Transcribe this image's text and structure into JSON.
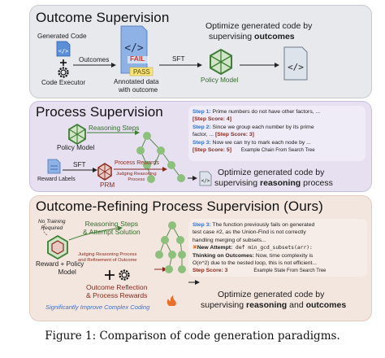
{
  "outcome": {
    "title": "Outcome Supervision",
    "generated_code": "Generated Code",
    "code_executor": "Code Executor",
    "outcomes": "Outcomes",
    "fail": "FAIL",
    "pass": "PASS",
    "annotated": "Annotated data",
    "with_outcome": "with outcome",
    "sft": "SFT",
    "policy_model": "Policy Model",
    "desc_line1": "Optimize generated code by",
    "desc_line2_pre": "supervising ",
    "desc_line2_bold": "outcomes"
  },
  "process": {
    "title": "Process Supervision",
    "reasoning_steps": "Reasoning Steps",
    "policy_model": "Policy Model",
    "sft": "SFT",
    "reward_labels": "Reward Labels",
    "prm": "PRM",
    "process_rewards": "Process Rewards",
    "judging_1": "Judging Reasoning",
    "judging_2": "Process",
    "step1": "Step 1:",
    "step1_text": " Prime numbers do not have other factors, ...",
    "score4": "[Step Score: 4]",
    "step2": "Step 2:",
    "step2_text": " Since we group each number by its prime",
    "step2_text_b": "factor, ...",
    "score3": "[Step Score: 3]",
    "step3": "Step 3:",
    "step3_text": " Now we can try to mark each node by ...",
    "score5": "[Step Score: 5]",
    "example": "Example Chain From Search Tree",
    "desc_line1": "Optimize generated code by",
    "desc_line2_pre": "supervising ",
    "desc_line2_bold": "reasoning",
    "desc_line2_post": " process"
  },
  "orps": {
    "title": "Outcome-Refining Process Supervision (Ours)",
    "no_training": "No Training",
    "required": "Required",
    "reward_policy": "Reward + Policy",
    "model": "Model",
    "steps_1": "Reasoning Steps",
    "steps_2": "& Attempt Solution",
    "judging_1": "Judging Reasoning Process",
    "judging_2": "and Refinement of Outcome",
    "reflection_1": "Outcome Reflection",
    "reflection_2": "& Process Rewards",
    "improve": "Significantly Improve Complex Coding",
    "step3": "Step 3:",
    "step3_text_a": " The function previously fails on generated",
    "step3_text_b": "test case #2, as the Union-Find is not correctly",
    "step3_text_c": "handling  merging of subsets...",
    "new_attempt": "New Attempt:",
    "new_attempt_code": " def min_gcd_subsets(arr):",
    "thinking": "Thinking on Outcomes:",
    "thinking_text": " Now, time complexity is",
    "thinking_text_b": "O(n^2) due to the nested loop, this is not efficient...",
    "score3": "Step Score: 3",
    "example": "Example State From Search Tree",
    "desc_line1": "Optimize generated code by",
    "desc_line2_pre": "supervising ",
    "desc_line2_bold1": "reasoning",
    "desc_line2_mid": " and ",
    "desc_line2_bold2": "outcomes"
  },
  "caption": "Figure 1: Comparison of code generation paradigms.",
  "colors": {
    "green_node": "#8dbf7d",
    "green_dark": "#3f7d34",
    "maroon": "#8a2a1c",
    "blue": "#3b6fd0",
    "fail_red": "#d73b2b",
    "pass_yellow": "#f7e37c"
  }
}
